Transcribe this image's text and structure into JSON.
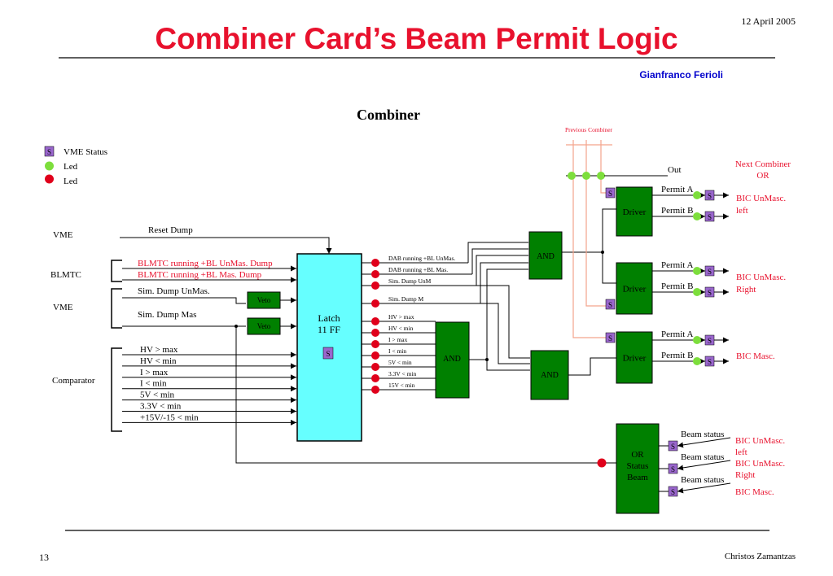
{
  "slide": {
    "title": "Combiner Card’s Beam Permit Logic",
    "date": "12 April 2005",
    "author": "Gianfranco Ferioli",
    "page_number": "13",
    "presenter": "Christos Zamantzas"
  },
  "diagram": {
    "heading": "Combiner",
    "legend": {
      "status": "VME Status",
      "led_green": "Led",
      "led_red": "Led",
      "s_glyph": "S"
    },
    "groups": {
      "vme1": "VME",
      "blmtc": "BLMTC",
      "vme2": "VME",
      "comparator": "Comparator"
    },
    "inputs": {
      "reset": "Reset Dump",
      "blmtc_unmas": "BLMTC running +BL UnMas. Dump",
      "blmtc_mas": "BLMTC running +BL Mas. Dump",
      "sim_unmas": "Sim. Dump UnMas.",
      "sim_mas": "Sim. Dump Mas",
      "comparators": [
        "HV > max",
        "HV < min",
        "I > max",
        "I < min",
        "5V < min",
        "3.3V < min",
        "+15V/-15 < min"
      ]
    },
    "veto": "Veto",
    "latch": {
      "line1": "Latch",
      "line2": "11 FF"
    },
    "latch_outputs": [
      "DAB running +BL UnMas.",
      "DAB running +BL Mas.",
      "Sim. Dump UnM",
      "Sim. Dump M",
      "HV > max",
      "HV < min",
      "I > max",
      "I < min",
      "5V < min",
      "3.3V < min",
      "15V < min"
    ],
    "and_label": "AND",
    "driver_label": "Driver",
    "previous_combiner": "Previous Combiner",
    "out": "Out",
    "next_combiner": {
      "line1": "Next Combiner",
      "line2": "OR"
    },
    "permit_a": "Permit A",
    "permit_b": "Permit B",
    "bic_unmasc": "BIC UnMasc.",
    "left": "left",
    "right": "Right",
    "bic_masc": "BIC Masc.",
    "or_block": {
      "line1": "OR",
      "line2": "Status",
      "line3": "Beam"
    },
    "beam_status": "Beam status",
    "colors": {
      "title": "#e8112d",
      "author": "#0000cc",
      "block_fill": "#66ffff",
      "gate_fill": "#008000",
      "s_fill": "#9966cc",
      "led_red": "#e0001b",
      "led_green": "#7dde3c",
      "red_text": "#e8112d",
      "prev_line": "#f4a48c"
    }
  }
}
